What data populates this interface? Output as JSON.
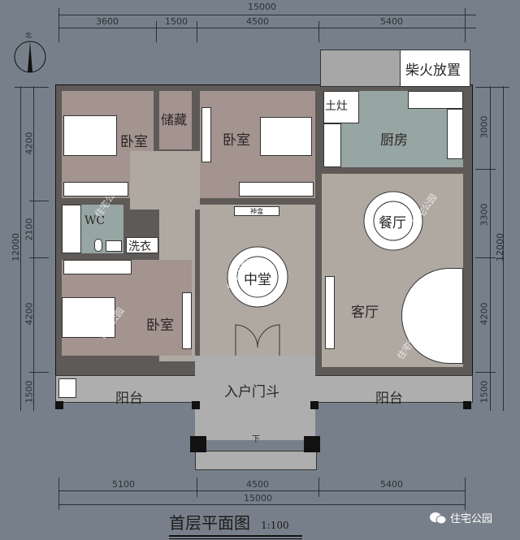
{
  "title": {
    "main": "首层平面图",
    "scale": "1:100"
  },
  "watermark": {
    "brand": "住宅公园",
    "overlay_text": "住宅公园"
  },
  "compass": {
    "north_label": "北"
  },
  "dimensions": {
    "top_total": "15000",
    "top_segments": [
      "3600",
      "1500",
      "4500",
      "5400"
    ],
    "bottom_segments": [
      "5100",
      "4500",
      "5400"
    ],
    "bottom_total": "15000",
    "left_total": "12000",
    "left_segments": [
      "4200",
      "2100",
      "4200",
      "1500"
    ],
    "right_total": "12000",
    "right_segments": [
      "3000",
      "3300",
      "4200",
      "1500"
    ]
  },
  "rooms": {
    "bedroom_nw": "卧室",
    "storage": "储藏",
    "bedroom_n": "卧室",
    "kitchen": "厨房",
    "stove": "土灶",
    "firewood": "柴火放置",
    "wc": "WC",
    "laundry": "洗衣",
    "shrine": "神龛",
    "central_hall": "中堂",
    "dining": "餐厅",
    "bedroom_sw": "卧室",
    "living": "客厅",
    "balcony_w": "阳台",
    "entry_porch": "入户门斗",
    "balcony_e": "阳台",
    "stair_down": "下"
  },
  "colors": {
    "background": "#77808a",
    "bedroom_floor": "#a39490",
    "hall_floor": "#b0a9a2",
    "kitchen_floor": "#97a5a3",
    "balcony_floor": "#aeaeae",
    "wall": "#6e6a66"
  }
}
